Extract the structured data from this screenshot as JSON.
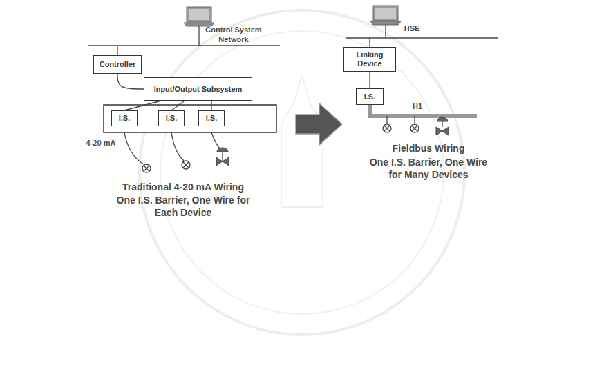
{
  "diagram": {
    "nodes": [
      {
        "text": [
          "Controller"
        ]
      },
      {
        "text": [
          "Input/Output Subsystem"
        ]
      },
      {
        "text": [
          "I.S."
        ]
      },
      {
        "text": [
          "I.S."
        ]
      },
      {
        "text": [
          "I.S."
        ]
      },
      {
        "text": [
          "Linking Device"
        ]
      },
      {
        "text": [
          "I.S."
        ]
      }
    ],
    "edges": [
      {
        "from": 0,
        "to": 1,
        "arrow": "none"
      },
      {
        "from": 1,
        "to": 2,
        "arrow": "none"
      },
      {
        "from": 1,
        "to": 3,
        "arrow": "none"
      },
      {
        "from": 1,
        "to": 4,
        "arrow": "none"
      },
      {
        "from": 5,
        "to": 6,
        "arrow": "none"
      }
    ],
    "labels": [
      "Control System Network",
      "HSE",
      "4-20 mA",
      "H1",
      "Traditional 4-20 mA Wiring",
      "One I.S. Barrier, One Wire for Each Device",
      "Fieldbus Wiring",
      "One I.S. Barrier, One Wire for Many Devices"
    ]
  }
}
